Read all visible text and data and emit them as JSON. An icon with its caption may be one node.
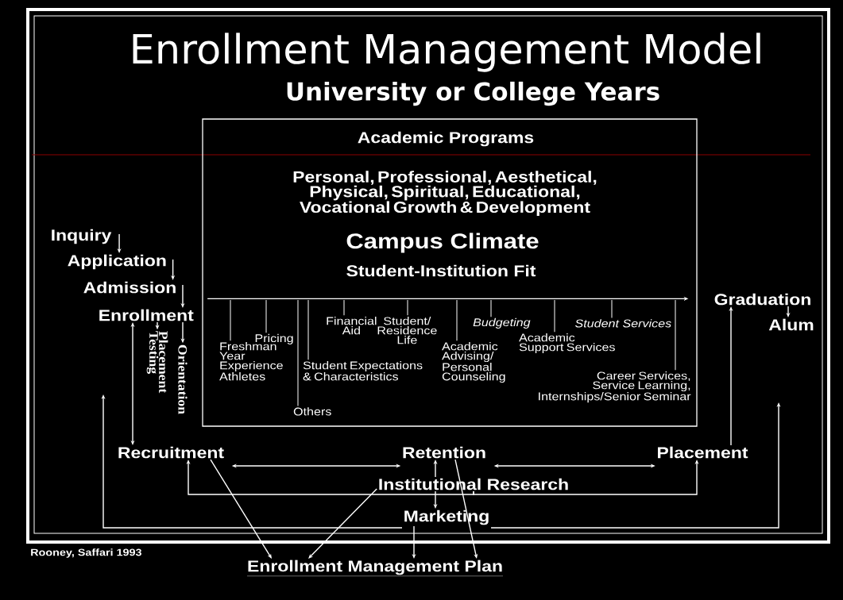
{
  "diagram": {
    "title": "Enrollment Management Model",
    "nodes": [
      {
        "text": [
          "Academic Programs",
          "Personal, Professional, Aesthetical, Physical, Spiritual, Educational, Vocational Growth & Development",
          "Campus Climate",
          "Student-Institution Fit"
        ]
      },
      {
        "text": [
          "Freshman Year Experience Athletes"
        ],
        "in": 0
      },
      {
        "text": [
          "Pricing"
        ],
        "in": 0
      },
      {
        "text": [
          "Others"
        ],
        "in": 0
      },
      {
        "text": [
          "Student Expectations & Characteristics"
        ],
        "in": 0
      },
      {
        "text": [
          "Financial Aid"
        ],
        "in": 0
      },
      {
        "text": [
          "Student/ Residence Life"
        ],
        "in": 0
      },
      {
        "text": [
          "Academic Advising/ Personal Counseling"
        ],
        "in": 0
      },
      {
        "text": [
          "Budgeting"
        ],
        "in": 0
      },
      {
        "text": [
          "Academic Support Services"
        ],
        "in": 0
      },
      {
        "text": [
          "Student Services"
        ],
        "in": 0
      },
      {
        "text": [
          "Career Services, Service Learning, Internships/Senior Seminar"
        ],
        "in": 0
      },
      {
        "text": [
          "Inquiry"
        ]
      },
      {
        "text": [
          "Application"
        ]
      },
      {
        "text": [
          "Admission"
        ]
      },
      {
        "text": [
          "Enrollment"
        ]
      },
      {
        "text": [
          "Orientation"
        ]
      },
      {
        "text": [
          "Placement Testing"
        ]
      },
      {
        "text": [
          "Graduation"
        ]
      },
      {
        "text": [
          "Alum"
        ]
      },
      {
        "text": [
          "Recruitment"
        ]
      },
      {
        "text": [
          "Retention"
        ]
      },
      {
        "text": [
          "Placement"
        ]
      },
      {
        "text": [
          "Institutional Research"
        ]
      },
      {
        "text": [
          "Marketing"
        ]
      },
      {
        "text": [
          "Enrollment Management Plan"
        ]
      },
      {
        "text": [],
        "shape": "arrow",
        "in": 0
      }
    ],
    "edges": [
      {
        "from": 12,
        "to": 13,
        "arrow": "to"
      },
      {
        "from": 13,
        "to": 14,
        "arrow": "to"
      },
      {
        "from": 14,
        "to": 15,
        "arrow": "to"
      },
      {
        "from": 15,
        "to": 16,
        "arrow": "to"
      },
      {
        "from": 15,
        "to": 17,
        "arrow": "to"
      },
      {
        "from": 15,
        "to": 20,
        "arrow": "both"
      },
      {
        "from": 23,
        "to": 20,
        "arrow": "to"
      },
      {
        "from": 23,
        "to": 22,
        "arrow": "to"
      },
      {
        "from": 23,
        "to": 21,
        "arrow": "to"
      },
      {
        "from": 23,
        "to": 24,
        "arrow": "to"
      },
      {
        "from": 20,
        "to": 21,
        "arrow": "both"
      },
      {
        "from": 21,
        "to": 22,
        "arrow": "both"
      },
      {
        "from": 22,
        "to": 18,
        "arrow": "to"
      },
      {
        "from": 18,
        "to": 19,
        "arrow": "to"
      },
      {
        "from": 20,
        "to": 25,
        "arrow": "to"
      },
      {
        "from": 23,
        "to": 25,
        "arrow": "to"
      },
      {
        "from": 24,
        "to": 25,
        "arrow": "to"
      },
      {
        "from": 21,
        "to": 25,
        "arrow": "to"
      },
      {
        "from": 24,
        "to": null,
        "arrow": "to"
      },
      {
        "from": 24,
        "to": null,
        "arrow": "to"
      },
      {
        "from": 26,
        "to": 1,
        "arrow": "none"
      },
      {
        "from": 26,
        "to": 2,
        "arrow": "none"
      },
      {
        "from": 26,
        "to": 3,
        "arrow": "none"
      },
      {
        "from": 26,
        "to": 4,
        "arrow": "none"
      },
      {
        "from": 26,
        "to": 5,
        "arrow": "none"
      },
      {
        "from": 26,
        "to": 6,
        "arrow": "none"
      },
      {
        "from": 26,
        "to": 7,
        "arrow": "none"
      },
      {
        "from": 26,
        "to": 8,
        "arrow": "none"
      },
      {
        "from": 26,
        "to": 9,
        "arrow": "none"
      },
      {
        "from": 26,
        "to": 10,
        "arrow": "none"
      },
      {
        "from": 26,
        "to": 11,
        "arrow": "none"
      }
    ],
    "labels": [
      "University or College Years",
      "Rooney, Saffari 1993"
    ]
  }
}
